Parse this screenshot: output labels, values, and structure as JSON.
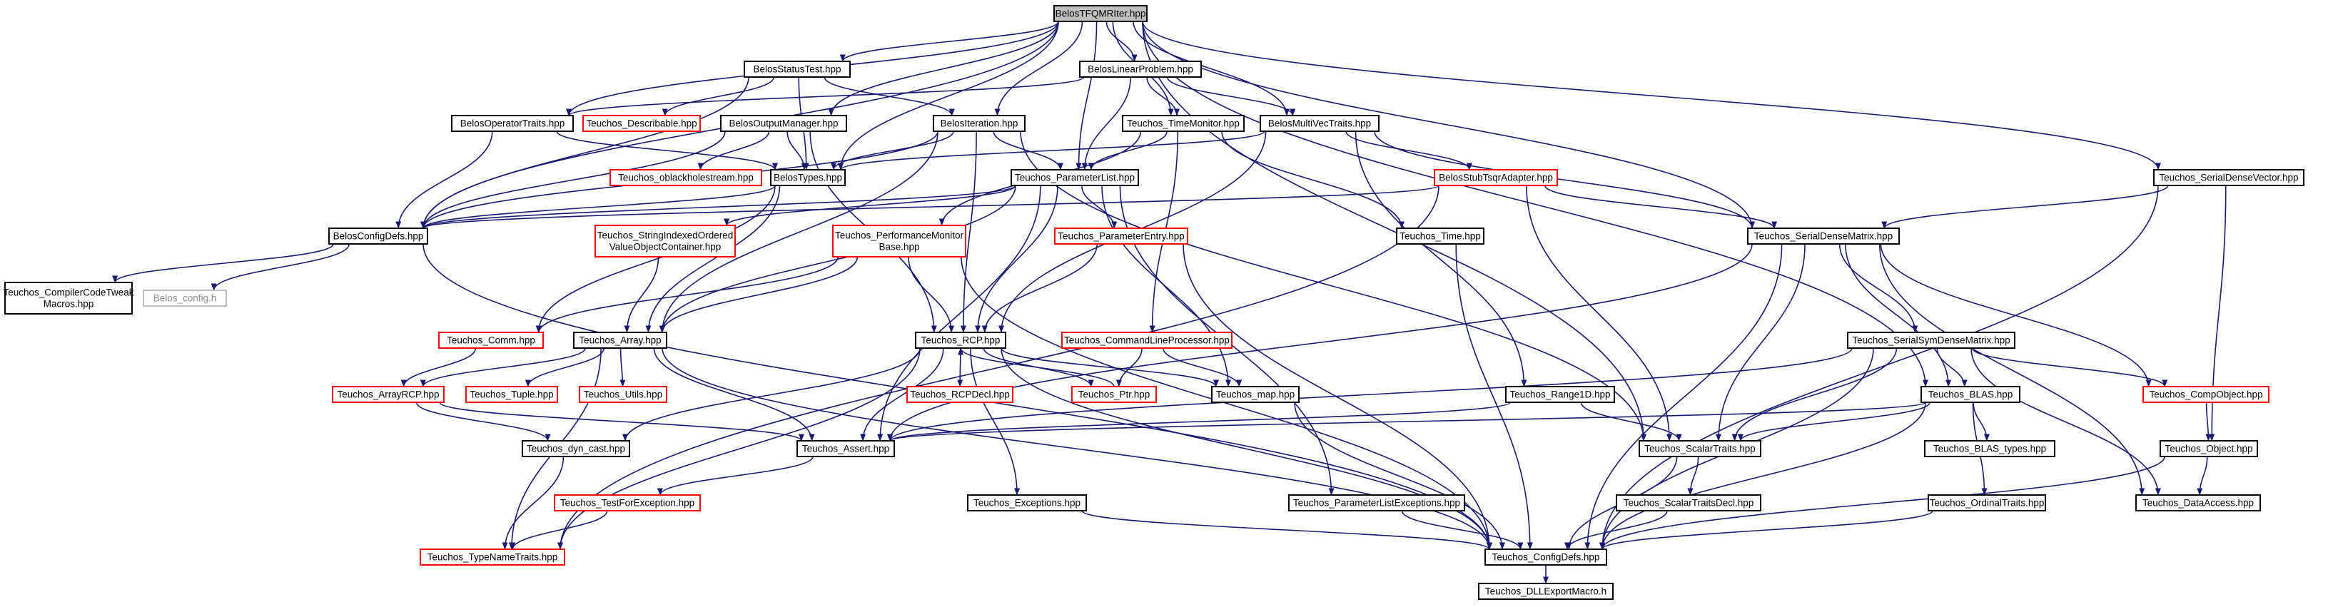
{
  "colors": {
    "edge": "#191970",
    "root_fill": "#bfbfbf",
    "documented_border": "#000000",
    "undocumented_border": "#ff0000",
    "missing_border": "#bfbfbf"
  },
  "nodes": [
    {
      "id": "BelosTFQMRIter",
      "label": [
        "BelosTFQMRIter.hpp"
      ],
      "kind": "root"
    },
    {
      "id": "BelosStatusTest",
      "label": [
        "BelosStatusTest.hpp"
      ],
      "kind": "doc"
    },
    {
      "id": "BelosLinearProblem",
      "label": [
        "BelosLinearProblem.hpp"
      ],
      "kind": "doc"
    },
    {
      "id": "BelosOperatorTraits",
      "label": [
        "BelosOperatorTraits.hpp"
      ],
      "kind": "doc"
    },
    {
      "id": "TeuchosDescribable",
      "label": [
        "Teuchos_Describable.hpp"
      ],
      "kind": "undoc"
    },
    {
      "id": "BelosOutputManager",
      "label": [
        "BelosOutputManager.hpp"
      ],
      "kind": "doc"
    },
    {
      "id": "BelosIteration",
      "label": [
        "BelosIteration.hpp"
      ],
      "kind": "doc"
    },
    {
      "id": "TeuchosTimeMonitor",
      "label": [
        "Teuchos_TimeMonitor.hpp"
      ],
      "kind": "doc"
    },
    {
      "id": "BelosMultiVecTraits",
      "label": [
        "BelosMultiVecTraits.hpp"
      ],
      "kind": "doc"
    },
    {
      "id": "TeuchosOblackhole",
      "label": [
        "Teuchos_oblackholestream.hpp"
      ],
      "kind": "undoc"
    },
    {
      "id": "BelosTypes",
      "label": [
        "BelosTypes.hpp"
      ],
      "kind": "doc"
    },
    {
      "id": "TeuchosParameterList",
      "label": [
        "Teuchos_ParameterList.hpp"
      ],
      "kind": "doc"
    },
    {
      "id": "BelosStubTsqr",
      "label": [
        "BelosStubTsqrAdapter.hpp"
      ],
      "kind": "undoc"
    },
    {
      "id": "TeuchosSerialDenseVector",
      "label": [
        "Teuchos_SerialDenseVector.hpp"
      ],
      "kind": "doc"
    },
    {
      "id": "BelosConfigDefs",
      "label": [
        "BelosConfigDefs.hpp"
      ],
      "kind": "doc"
    },
    {
      "id": "TeuchosStringIndexed",
      "label": [
        "Teuchos_StringIndexedOrdered",
        "ValueObjectContainer.hpp"
      ],
      "kind": "undoc"
    },
    {
      "id": "TeuchosPerfMonitor",
      "label": [
        "Teuchos_PerformanceMonitor",
        "Base.hpp"
      ],
      "kind": "undoc"
    },
    {
      "id": "TeuchosParameterEntry",
      "label": [
        "Teuchos_ParameterEntry.hpp"
      ],
      "kind": "undoc"
    },
    {
      "id": "TeuchosTime",
      "label": [
        "Teuchos_Time.hpp"
      ],
      "kind": "doc"
    },
    {
      "id": "TeuchosSerialDenseMatrix",
      "label": [
        "Teuchos_SerialDenseMatrix.hpp"
      ],
      "kind": "doc"
    },
    {
      "id": "TeuchosCompilerCodeTweak",
      "label": [
        "Teuchos_CompilerCodeTweak",
        "Macros.hpp"
      ],
      "kind": "doc"
    },
    {
      "id": "BelosConfigH",
      "label": [
        "Belos_config.h"
      ],
      "kind": "missing"
    },
    {
      "id": "TeuchosComm",
      "label": [
        "Teuchos_Comm.hpp"
      ],
      "kind": "undoc"
    },
    {
      "id": "TeuchosArray",
      "label": [
        "Teuchos_Array.hpp"
      ],
      "kind": "doc"
    },
    {
      "id": "TeuchosRCP",
      "label": [
        "Teuchos_RCP.hpp"
      ],
      "kind": "doc"
    },
    {
      "id": "TeuchosCommandLineProcessor",
      "label": [
        "Teuchos_CommandLineProcessor.hpp"
      ],
      "kind": "undoc"
    },
    {
      "id": "TeuchosSerialSymDenseMatrix",
      "label": [
        "Teuchos_SerialSymDenseMatrix.hpp"
      ],
      "kind": "doc"
    },
    {
      "id": "TeuchosArrayRCP",
      "label": [
        "Teuchos_ArrayRCP.hpp"
      ],
      "kind": "undoc"
    },
    {
      "id": "TeuchosTuple",
      "label": [
        "Teuchos_Tuple.hpp"
      ],
      "kind": "undoc"
    },
    {
      "id": "TeuchosUtils",
      "label": [
        "Teuchos_Utils.hpp"
      ],
      "kind": "undoc"
    },
    {
      "id": "TeuchosRCPDecl",
      "label": [
        "Teuchos_RCPDecl.hpp"
      ],
      "kind": "undoc"
    },
    {
      "id": "TeuchosPtr",
      "label": [
        "Teuchos_Ptr.hpp"
      ],
      "kind": "undoc"
    },
    {
      "id": "TeuchosMap",
      "label": [
        "Teuchos_map.hpp"
      ],
      "kind": "doc"
    },
    {
      "id": "TeuchosRange1D",
      "label": [
        "Teuchos_Range1D.hpp"
      ],
      "kind": "doc"
    },
    {
      "id": "TeuchosBLAS",
      "label": [
        "Teuchos_BLAS.hpp"
      ],
      "kind": "doc"
    },
    {
      "id": "TeuchosCompObject",
      "label": [
        "Teuchos_CompObject.hpp"
      ],
      "kind": "undoc"
    },
    {
      "id": "TeuchosDynCast",
      "label": [
        "Teuchos_dyn_cast.hpp"
      ],
      "kind": "doc"
    },
    {
      "id": "TeuchosAssert",
      "label": [
        "Teuchos_Assert.hpp"
      ],
      "kind": "doc"
    },
    {
      "id": "TeuchosScalarTraits",
      "label": [
        "Teuchos_ScalarTraits.hpp"
      ],
      "kind": "doc"
    },
    {
      "id": "TeuchosBLASTypes",
      "label": [
        "Teuchos_BLAS_types.hpp"
      ],
      "kind": "doc"
    },
    {
      "id": "TeuchosObject",
      "label": [
        "Teuchos_Object.hpp"
      ],
      "kind": "doc"
    },
    {
      "id": "TeuchosTestForException",
      "label": [
        "Teuchos_TestForException.hpp"
      ],
      "kind": "undoc"
    },
    {
      "id": "TeuchosExceptions",
      "label": [
        "Teuchos_Exceptions.hpp"
      ],
      "kind": "doc"
    },
    {
      "id": "TeuchosParameterListExceptions",
      "label": [
        "Teuchos_ParameterListExceptions.hpp"
      ],
      "kind": "doc"
    },
    {
      "id": "TeuchosScalarTraitsDecl",
      "label": [
        "Teuchos_ScalarTraitsDecl.hpp"
      ],
      "kind": "doc"
    },
    {
      "id": "TeuchosOrdinalTraits",
      "label": [
        "Teuchos_OrdinalTraits.hpp"
      ],
      "kind": "doc"
    },
    {
      "id": "TeuchosDataAccess",
      "label": [
        "Teuchos_DataAccess.hpp"
      ],
      "kind": "doc"
    },
    {
      "id": "TeuchosTypeNameTraits",
      "label": [
        "Teuchos_TypeNameTraits.hpp"
      ],
      "kind": "undoc"
    },
    {
      "id": "TeuchosConfigDefs",
      "label": [
        "Teuchos_ConfigDefs.hpp"
      ],
      "kind": "doc"
    },
    {
      "id": "TeuchosDLLExportMacro",
      "label": [
        "Teuchos_DLLExportMacro.h"
      ],
      "kind": "doc"
    }
  ],
  "edges": [
    [
      "BelosTFQMRIter",
      "BelosStatusTest"
    ],
    [
      "BelosTFQMRIter",
      "BelosLinearProblem"
    ],
    [
      "BelosTFQMRIter",
      "BelosOperatorTraits"
    ],
    [
      "BelosTFQMRIter",
      "BelosOutputManager"
    ],
    [
      "BelosTFQMRIter",
      "BelosIteration"
    ],
    [
      "BelosTFQMRIter",
      "TeuchosTimeMonitor"
    ],
    [
      "BelosTFQMRIter",
      "BelosMultiVecTraits"
    ],
    [
      "BelosTFQMRIter",
      "BelosTypes"
    ],
    [
      "BelosTFQMRIter",
      "TeuchosParameterList"
    ],
    [
      "BelosTFQMRIter",
      "BelosConfigDefs"
    ],
    [
      "BelosTFQMRIter",
      "TeuchosSerialDenseMatrix"
    ],
    [
      "BelosTFQMRIter",
      "TeuchosSerialDenseVector"
    ],
    [
      "BelosTFQMRIter",
      "TeuchosScalarTraits"
    ],
    [
      "BelosTFQMRIter",
      "TeuchosBLAS"
    ],
    [
      "BelosStatusTest",
      "TeuchosDescribable"
    ],
    [
      "BelosStatusTest",
      "BelosIteration"
    ],
    [
      "BelosStatusTest",
      "BelosTypes"
    ],
    [
      "BelosStatusTest",
      "BelosConfigDefs"
    ],
    [
      "BelosLinearProblem",
      "BelosOperatorTraits"
    ],
    [
      "BelosLinearProblem",
      "TeuchosTimeMonitor"
    ],
    [
      "BelosLinearProblem",
      "BelosMultiVecTraits"
    ],
    [
      "BelosLinearProblem",
      "TeuchosParameterList"
    ],
    [
      "BelosOperatorTraits",
      "BelosTypes"
    ],
    [
      "BelosOperatorTraits",
      "BelosConfigDefs"
    ],
    [
      "BelosOutputManager",
      "TeuchosOblackhole"
    ],
    [
      "BelosOutputManager",
      "BelosTypes"
    ],
    [
      "BelosOutputManager",
      "BelosConfigDefs"
    ],
    [
      "BelosOutputManager",
      "TeuchosRCP"
    ],
    [
      "BelosIteration",
      "BelosTypes"
    ],
    [
      "BelosIteration",
      "TeuchosParameterList"
    ],
    [
      "BelosIteration",
      "BelosConfigDefs"
    ],
    [
      "BelosIteration",
      "TeuchosRCP"
    ],
    [
      "BelosIteration",
      "TeuchosArray"
    ],
    [
      "BelosIteration",
      "TeuchosScalarTraits"
    ],
    [
      "TeuchosTimeMonitor",
      "TeuchosParameterList"
    ],
    [
      "TeuchosTimeMonitor",
      "TeuchosTime"
    ],
    [
      "TeuchosTimeMonitor",
      "TeuchosPerfMonitor"
    ],
    [
      "TeuchosTimeMonitor",
      "TeuchosCommandLineProcessor"
    ],
    [
      "BelosMultiVecTraits",
      "BelosTypes"
    ],
    [
      "BelosMultiVecTraits",
      "BelosStubTsqr"
    ],
    [
      "BelosMultiVecTraits",
      "TeuchosSerialDenseMatrix"
    ],
    [
      "BelosMultiVecTraits",
      "TeuchosRCP"
    ],
    [
      "BelosMultiVecTraits",
      "TeuchosRange1D"
    ],
    [
      "BelosTypes",
      "BelosConfigDefs"
    ],
    [
      "BelosTypes",
      "TeuchosComm"
    ],
    [
      "BelosTypes",
      "TeuchosArray"
    ],
    [
      "TeuchosParameterList",
      "BelosConfigDefs"
    ],
    [
      "TeuchosParameterList",
      "TeuchosStringIndexed"
    ],
    [
      "TeuchosParameterList",
      "TeuchosParameterEntry"
    ],
    [
      "TeuchosParameterList",
      "TeuchosRCP"
    ],
    [
      "TeuchosParameterList",
      "TeuchosArray"
    ],
    [
      "TeuchosParameterList",
      "TeuchosMap"
    ],
    [
      "TeuchosParameterList",
      "TeuchosAssert"
    ],
    [
      "TeuchosParameterList",
      "TeuchosParameterListExceptions"
    ],
    [
      "BelosStubTsqr",
      "TeuchosSerialDenseMatrix"
    ],
    [
      "BelosStubTsqr",
      "BelosConfigDefs"
    ],
    [
      "BelosStubTsqr",
      "TeuchosScalarTraits"
    ],
    [
      "BelosStubTsqr",
      "TeuchosTypeNameTraits"
    ],
    [
      "TeuchosSerialDenseVector",
      "TeuchosSerialDenseMatrix"
    ],
    [
      "TeuchosSerialDenseVector",
      "TeuchosObject"
    ],
    [
      "TeuchosSerialDenseVector",
      "TeuchosConfigDefs"
    ],
    [
      "BelosConfigDefs",
      "TeuchosCompilerCodeTweak"
    ],
    [
      "BelosConfigDefs",
      "BelosConfigH"
    ],
    [
      "BelosConfigDefs",
      "TeuchosConfigDefs"
    ],
    [
      "TeuchosStringIndexed",
      "TeuchosArray"
    ],
    [
      "TeuchosPerfMonitor",
      "TeuchosComm"
    ],
    [
      "TeuchosPerfMonitor",
      "TeuchosRCP"
    ],
    [
      "TeuchosPerfMonitor",
      "TeuchosArray"
    ],
    [
      "TeuchosPerfMonitor",
      "TeuchosConfigDefs"
    ],
    [
      "TeuchosParameterEntry",
      "TeuchosRCP"
    ],
    [
      "TeuchosParameterEntry",
      "TeuchosConfigDefs"
    ],
    [
      "TeuchosTime",
      "TeuchosConfigDefs"
    ],
    [
      "TeuchosSerialDenseMatrix",
      "TeuchosSerialSymDenseMatrix"
    ],
    [
      "TeuchosSerialDenseMatrix",
      "TeuchosBLAS"
    ],
    [
      "TeuchosSerialDenseMatrix",
      "TeuchosCompObject"
    ],
    [
      "TeuchosSerialDenseMatrix",
      "TeuchosAssert"
    ],
    [
      "TeuchosSerialDenseMatrix",
      "TeuchosScalarTraits"
    ],
    [
      "TeuchosSerialDenseMatrix",
      "TeuchosDataAccess"
    ],
    [
      "TeuchosSerialDenseMatrix",
      "TeuchosConfigDefs"
    ],
    [
      "TeuchosComm",
      "TeuchosArrayRCP"
    ],
    [
      "TeuchosArray",
      "TeuchosArrayRCP"
    ],
    [
      "TeuchosArray",
      "TeuchosTuple"
    ],
    [
      "TeuchosArray",
      "TeuchosUtils"
    ],
    [
      "TeuchosArray",
      "TeuchosAssert"
    ],
    [
      "TeuchosArray",
      "TeuchosTypeNameTraits"
    ],
    [
      "TeuchosArray",
      "TeuchosConfigDefs"
    ],
    [
      "TeuchosRCP",
      "TeuchosRCPDecl"
    ],
    [
      "TeuchosRCP",
      "TeuchosPtr"
    ],
    [
      "TeuchosRCP",
      "TeuchosMap"
    ],
    [
      "TeuchosRCP",
      "TeuchosDynCast"
    ],
    [
      "TeuchosRCP",
      "TeuchosAssert"
    ],
    [
      "TeuchosRCP",
      "TeuchosExceptions"
    ],
    [
      "TeuchosRCP",
      "TeuchosTypeNameTraits"
    ],
    [
      "TeuchosRCP",
      "TeuchosConfigDefs"
    ],
    [
      "TeuchosCommandLineProcessor",
      "TeuchosPtr"
    ],
    [
      "TeuchosCommandLineProcessor",
      "TeuchosMap"
    ],
    [
      "TeuchosSerialSymDenseMatrix",
      "TeuchosBLAS"
    ],
    [
      "TeuchosSerialSymDenseMatrix",
      "TeuchosCompObject"
    ],
    [
      "TeuchosSerialSymDenseMatrix",
      "TeuchosAssert"
    ],
    [
      "TeuchosSerialSymDenseMatrix",
      "TeuchosScalarTraits"
    ],
    [
      "TeuchosSerialSymDenseMatrix",
      "TeuchosDataAccess"
    ],
    [
      "TeuchosSerialSymDenseMatrix",
      "TeuchosConfigDefs"
    ],
    [
      "TeuchosArrayRCP",
      "TeuchosDynCast"
    ],
    [
      "TeuchosArrayRCP",
      "TeuchosAssert"
    ],
    [
      "TeuchosPtr",
      "TeuchosRCP"
    ],
    [
      "TeuchosMap",
      "TeuchosConfigDefs"
    ],
    [
      "TeuchosRange1D",
      "TeuchosAssert"
    ],
    [
      "TeuchosRange1D",
      "TeuchosScalarTraits"
    ],
    [
      "TeuchosBLAS",
      "TeuchosBLASTypes"
    ],
    [
      "TeuchosBLAS",
      "TeuchosAssert"
    ],
    [
      "TeuchosBLAS",
      "TeuchosScalarTraits"
    ],
    [
      "TeuchosBLAS",
      "TeuchosOrdinalTraits"
    ],
    [
      "TeuchosBLAS",
      "TeuchosConfigDefs"
    ],
    [
      "TeuchosCompObject",
      "TeuchosObject"
    ],
    [
      "TeuchosDynCast",
      "TeuchosTypeNameTraits"
    ],
    [
      "TeuchosAssert",
      "TeuchosTestForException"
    ],
    [
      "TeuchosScalarTraits",
      "TeuchosScalarTraitsDecl"
    ],
    [
      "TeuchosScalarTraits",
      "TeuchosConfigDefs"
    ],
    [
      "TeuchosObject",
      "TeuchosDataAccess"
    ],
    [
      "TeuchosObject",
      "TeuchosConfigDefs"
    ],
    [
      "TeuchosTestForException",
      "TeuchosTypeNameTraits"
    ],
    [
      "TeuchosExceptions",
      "TeuchosConfigDefs"
    ],
    [
      "TeuchosParameterListExceptions",
      "TeuchosConfigDefs"
    ],
    [
      "TeuchosScalarTraitsDecl",
      "TeuchosConfigDefs"
    ],
    [
      "TeuchosOrdinalTraits",
      "TeuchosConfigDefs"
    ],
    [
      "TeuchosConfigDefs",
      "TeuchosDLLExportMacro"
    ]
  ]
}
